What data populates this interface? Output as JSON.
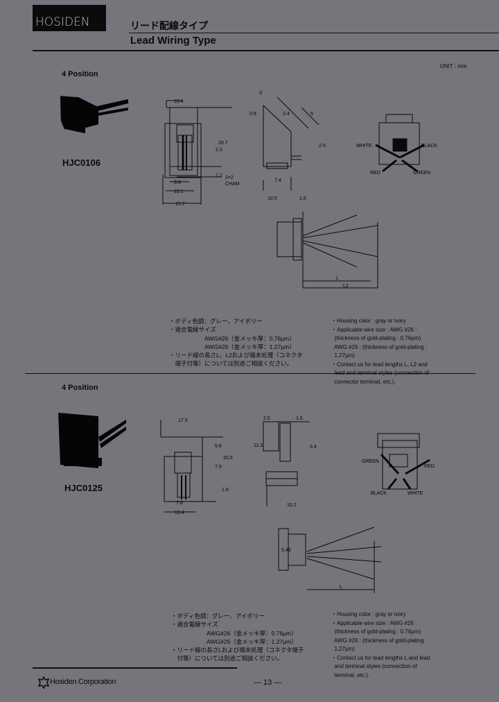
{
  "header": {
    "logo": "HOSIDEN",
    "title_jp": "リード配線タイプ",
    "title_en": "Lead Wiring Type",
    "unit": "UNIT : mm"
  },
  "products": [
    {
      "section_label": "4 Position",
      "part_number": "HJC0106",
      "dimensions_front": [
        "10.4",
        "20.7",
        "2.3",
        "1.2",
        "3.8",
        "12.1",
        "15.7"
      ],
      "dimensions_side": [
        "3",
        "0.9",
        "2.4",
        "5",
        "2.5",
        "2×2 CHAM",
        "7.4",
        "10.5",
        "1.5"
      ],
      "wire_colors": [
        "WHITE",
        "BLACK",
        "RED",
        "GREEN"
      ],
      "lead_dims": [
        "L",
        "L2"
      ],
      "notes_jp": "・ボディ色調：グレー、アイボリー\n・適合電線サイズ\n　　　　　　AWG#26（金メッキ厚：0.76μm）\n　　　　　　AWG#26（金メッキ厚：1.27μm）\n・リード線の長さL、L2および端末処理（コネクタ\n　端子付等）については別途ご相談ください。",
      "notes_en": "・Housing color : gray or ivory\n・Applicable wire size : AWG #26 :\n  (thickness of gold-plating : 0.76μm)\n  AWG #26 : (thickness of gold-plating :\n  1.27μm)\n・Contact us for lead lengths L, L2 and\n  lead and terminal styles (connection of\n  connector terminal, etc.)."
    },
    {
      "section_label": "4 Position",
      "part_number": "HJC0125",
      "dimensions_front": [
        "17.5",
        "5.6",
        "20.5",
        "7.5",
        "1.8",
        "7.6",
        "13.4"
      ],
      "dimensions_side": [
        "2.6",
        "1.6",
        "11.3",
        "3.4",
        "10.2"
      ],
      "wire_colors": [
        "GREEN",
        "RED",
        "BLACK",
        "WHITE"
      ],
      "housing_mark": "5.46",
      "lead_dims": [
        "L"
      ],
      "notes_jp": "・ボディ色調：グレー、アイボリー\n・適合電線サイズ\n　　　　　　AWG#26（金メッキ厚：0.76μm）\n　　　　　　AWG#26（金メッキ厚：1.27μm）\n・リード線の長さLおよび端末処理（コネクタ端子\n　付等）については別途ご相談ください。",
      "notes_en": "・Housing color : gray or ivory\n・Applicable wire size : AWG #26 :\n  (thickness of gold-plating : 0.76μm)\n  AWG #26 : (thickness of gold-plating :\n  1.27μm)\n・Contact us for lead lengths L and lead\n  and terminal styles (connection of\n  terminal, etc.)."
    }
  ],
  "footer": {
    "company": "Hosiden Corporation",
    "page": "— 13 —"
  }
}
